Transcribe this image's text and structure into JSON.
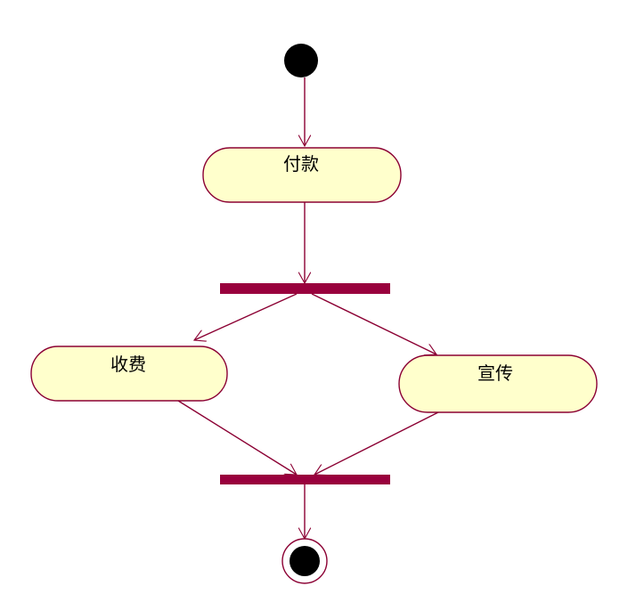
{
  "colors": {
    "background": "#ffffff",
    "node_fill": "#ffffcc",
    "node_stroke": "#8b0033",
    "edge": "#8b0033",
    "bar": "#99003d",
    "initial_fill": "#000000"
  },
  "nodes": {
    "pay": {
      "label": "付款"
    },
    "charge": {
      "label": "收费"
    },
    "promote": {
      "label": "宣传"
    }
  }
}
